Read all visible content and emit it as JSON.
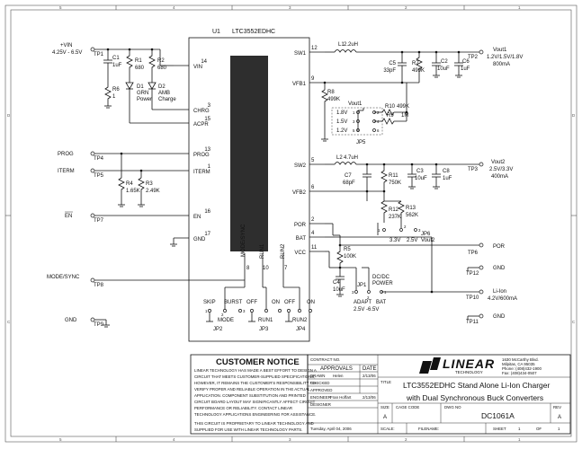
{
  "chip": {
    "ref": "U1",
    "part": "LTC3552EDHC"
  },
  "pins_left": [
    {
      "num": "14",
      "name": "VIN"
    },
    {
      "num": "3",
      "name": "CHRG"
    },
    {
      "num": "15",
      "name": "ACPR"
    },
    {
      "num": "13",
      "name": "PROG"
    },
    {
      "num": "1",
      "name": "ITERM"
    },
    {
      "num": "16",
      "name": "EN"
    },
    {
      "num": "17",
      "name": "GND"
    }
  ],
  "pins_right": [
    {
      "num": "12",
      "name": "SW1"
    },
    {
      "num": "9",
      "name": "VFB1"
    },
    {
      "num": "5",
      "name": "SW2"
    },
    {
      "num": "6",
      "name": "VFB2"
    },
    {
      "num": "2",
      "name": "POR"
    },
    {
      "num": "4",
      "name": "BAT"
    },
    {
      "num": "11",
      "name": "VCC"
    }
  ],
  "pins_bottom": [
    {
      "num": "8",
      "name": "MODE/SYNC"
    },
    {
      "num": "10",
      "name": "RUN1"
    },
    {
      "num": "7",
      "name": "RUN2"
    }
  ],
  "input": {
    "name": "+VIN",
    "range": "4.25V - 6.5V",
    "tp": "TP1"
  },
  "left_parts": {
    "c1": {
      "ref": "C1",
      "val": "1uF"
    },
    "r1": {
      "ref": "R1",
      "val": "680"
    },
    "r2": {
      "ref": "R2",
      "val": "680"
    },
    "r6": {
      "ref": "R6",
      "val": "1"
    },
    "d1": {
      "ref": "D1",
      "color": "GRN",
      "func": "Power"
    },
    "d2": {
      "ref": "D2",
      "color": "AMB",
      "func": "Charge"
    },
    "r4": {
      "ref": "R4",
      "val": "1.65K"
    },
    "r3": {
      "ref": "R3",
      "val": "2.49K"
    }
  },
  "left_nets": [
    {
      "name": "PROG",
      "tp": "TP4"
    },
    {
      "name": "ITERM",
      "tp": "TP5"
    },
    {
      "name": "EN",
      "tp": "TP7"
    },
    {
      "name": "MODE/SYNC",
      "tp": "TP8"
    },
    {
      "name": "GND",
      "tp": "TP9"
    }
  ],
  "buck1": {
    "l1": {
      "ref": "L1",
      "val": "2.2uH"
    },
    "c5": {
      "ref": "C5",
      "val": "33pF"
    },
    "r7": {
      "ref": "R7",
      "val": "499K"
    },
    "c2": {
      "ref": "C2",
      "val": "10uF"
    },
    "c6": {
      "ref": "C6",
      "val": "1uF"
    },
    "tp": "TP2",
    "out_name": "Vout1",
    "out_volts": "1.2V/1.5V/1.8V",
    "out_current": "800mA",
    "r8": {
      "ref": "R8",
      "val": "499K"
    }
  },
  "jp5": {
    "ref": "JP5",
    "label": "Vout1",
    "options": [
      "1.8V",
      "1.5V",
      "1.2V"
    ],
    "pins": [
      "1",
      "3",
      "5",
      "2",
      "4",
      "6"
    ],
    "r10": {
      "ref": "R10",
      "val": "499K"
    },
    "r9": {
      "ref": "R9",
      "val": "1M"
    }
  },
  "buck2": {
    "l2": {
      "ref": "L2",
      "val": "4.7uH"
    },
    "c7": {
      "ref": "C7",
      "val": "68pF"
    },
    "r11": {
      "ref": "R11",
      "val": "750K"
    },
    "c3": {
      "ref": "C3",
      "val": "10uF"
    },
    "c8": {
      "ref": "C8",
      "val": "1uF"
    },
    "tp": "TP3",
    "out_name": "Vout2",
    "out_volts": "2.5V/3.3V",
    "out_current": "400mA",
    "r12": {
      "ref": "R12",
      "val": "237K"
    },
    "r13": {
      "ref": "R13",
      "val": "562K"
    },
    "jp6": {
      "ref": "JP6",
      "label": "Vout2",
      "opt1": "3.3V",
      "opt2": "2.5V"
    }
  },
  "right_bottom": {
    "r5": {
      "ref": "R5",
      "val": "100K"
    },
    "c4": {
      "ref": "C4",
      "val": "10uF"
    },
    "jp1": {
      "ref": "JP1",
      "title1": "DC/DC",
      "title2": "POWER",
      "opt1": "ADAPT",
      "opt2": "BAT",
      "range": "2.5V -6.5V"
    },
    "tp6": {
      "tp": "TP6",
      "name": "POR"
    },
    "tp12": {
      "tp": "TP12",
      "name": "GND"
    },
    "tp10": {
      "tp": "TP10",
      "name": "Li-Ion",
      "spec": "4.2V/600mA"
    },
    "tp11": {
      "tp": "TP11",
      "name": "GND"
    }
  },
  "jumpers": [
    {
      "ref": "JP2",
      "opt1": "SKIP",
      "opt2": "BURST",
      "name": "MODE"
    },
    {
      "ref": "JP3",
      "opt1": "OFF",
      "opt2": "ON",
      "name": "RUN1"
    },
    {
      "ref": "JP4",
      "opt1": "OFF",
      "opt2": "ON",
      "name": "RUN2"
    }
  ],
  "pin_numbers": [
    "1",
    "2",
    "3"
  ],
  "customer_notice": {
    "title": "CUSTOMER NOTICE",
    "lines": [
      "LINEAR TECHNOLOGY HAS MADE A BEST EFFORT TO DESIGN A",
      "CIRCUIT THAT MEETS CUSTOMER-SUPPLIED SPECIFICATIONS;",
      "HOWEVER, IT REMAINS THE CUSTOMER'S RESPONSIBILITY TO",
      "VERIFY PROPER AND RELIABLE OPERATION IN THE ACTUAL",
      "APPLICATION.  COMPONENT SUBSTITUTION AND PRINTED",
      "CIRCUIT BOARD LAYOUT MAY SIGNIFICANTLY AFFECT CIRCUIT",
      "PERFORMANCE OR RELIABILITY.  CONTACT LINEAR",
      "TECHNOLOGY APPLICATIONS ENGINEERING FOR ASSISTANCE."
    ],
    "prop_lines": [
      "THIS CIRCUIT IS PROPRIETARY TO LINEAR TECHNOLOGY AND",
      "SUPPLIED FOR USE WITH LINEAR TECHNOLOGY PARTS."
    ]
  },
  "title_block": {
    "contract": "CONTRACT NO.",
    "approvals": "APPROVALS",
    "date": "DATE",
    "drawn": "DRAWN",
    "drawn_by": "Helen",
    "drawn_date": "2/13/06",
    "checked": "CHECKED",
    "approved": "APPROVED",
    "engineer": "ENGINEER",
    "engineer_name": "Fran Hoffart",
    "engineer_date": "2/13/06",
    "designer": "DESIGNER",
    "printed_date": "Tuesday, April 04, 2006",
    "company": "LINEAR",
    "company2": "TECHNOLOGY",
    "address": [
      "1630 McCarthy Blvd.",
      "Milpitas, CA 95035",
      "Phone: (408)432-1900",
      "Fax: (408)434-0507"
    ],
    "title_label": "TITLE",
    "title1": "LTC3552EDHC      Stand Alone Li-Ion Charger",
    "title2": "with Dual Synchronous Buck Converters",
    "size_label": "SIZE",
    "cage_label": "CAGE CODE",
    "dwg_label": "DWG NO",
    "rev_label": "REV",
    "size": "A",
    "dwg_no": "DC1061A",
    "rev": "A",
    "scale_label": "SCALE:",
    "filename_label": "FILENAME:",
    "sheet_label": "SHEET",
    "sheet": "1",
    "of_label": "OF",
    "of": "1"
  },
  "border": {
    "top_marks": [
      "5",
      "4",
      "3",
      "2",
      "1"
    ],
    "side_marks": [
      "A",
      "B",
      "C",
      "D"
    ]
  }
}
